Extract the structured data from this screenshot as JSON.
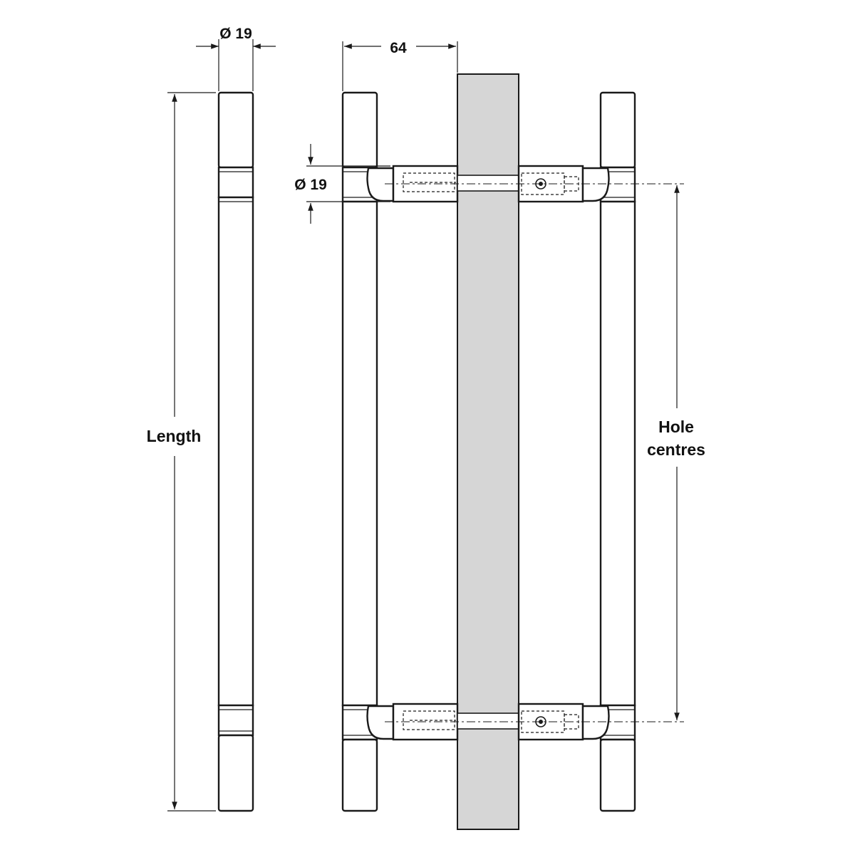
{
  "labels": {
    "bar_diameter": "Ø 19",
    "projection": "64",
    "standoff_diameter": "Ø 19",
    "length": "Length",
    "hole_centres_line1": "Hole",
    "hole_centres_line2": "centres"
  },
  "colors": {
    "line": "#1a1a1a",
    "glass_fill": "#d6d6d6",
    "background": "#ffffff"
  }
}
